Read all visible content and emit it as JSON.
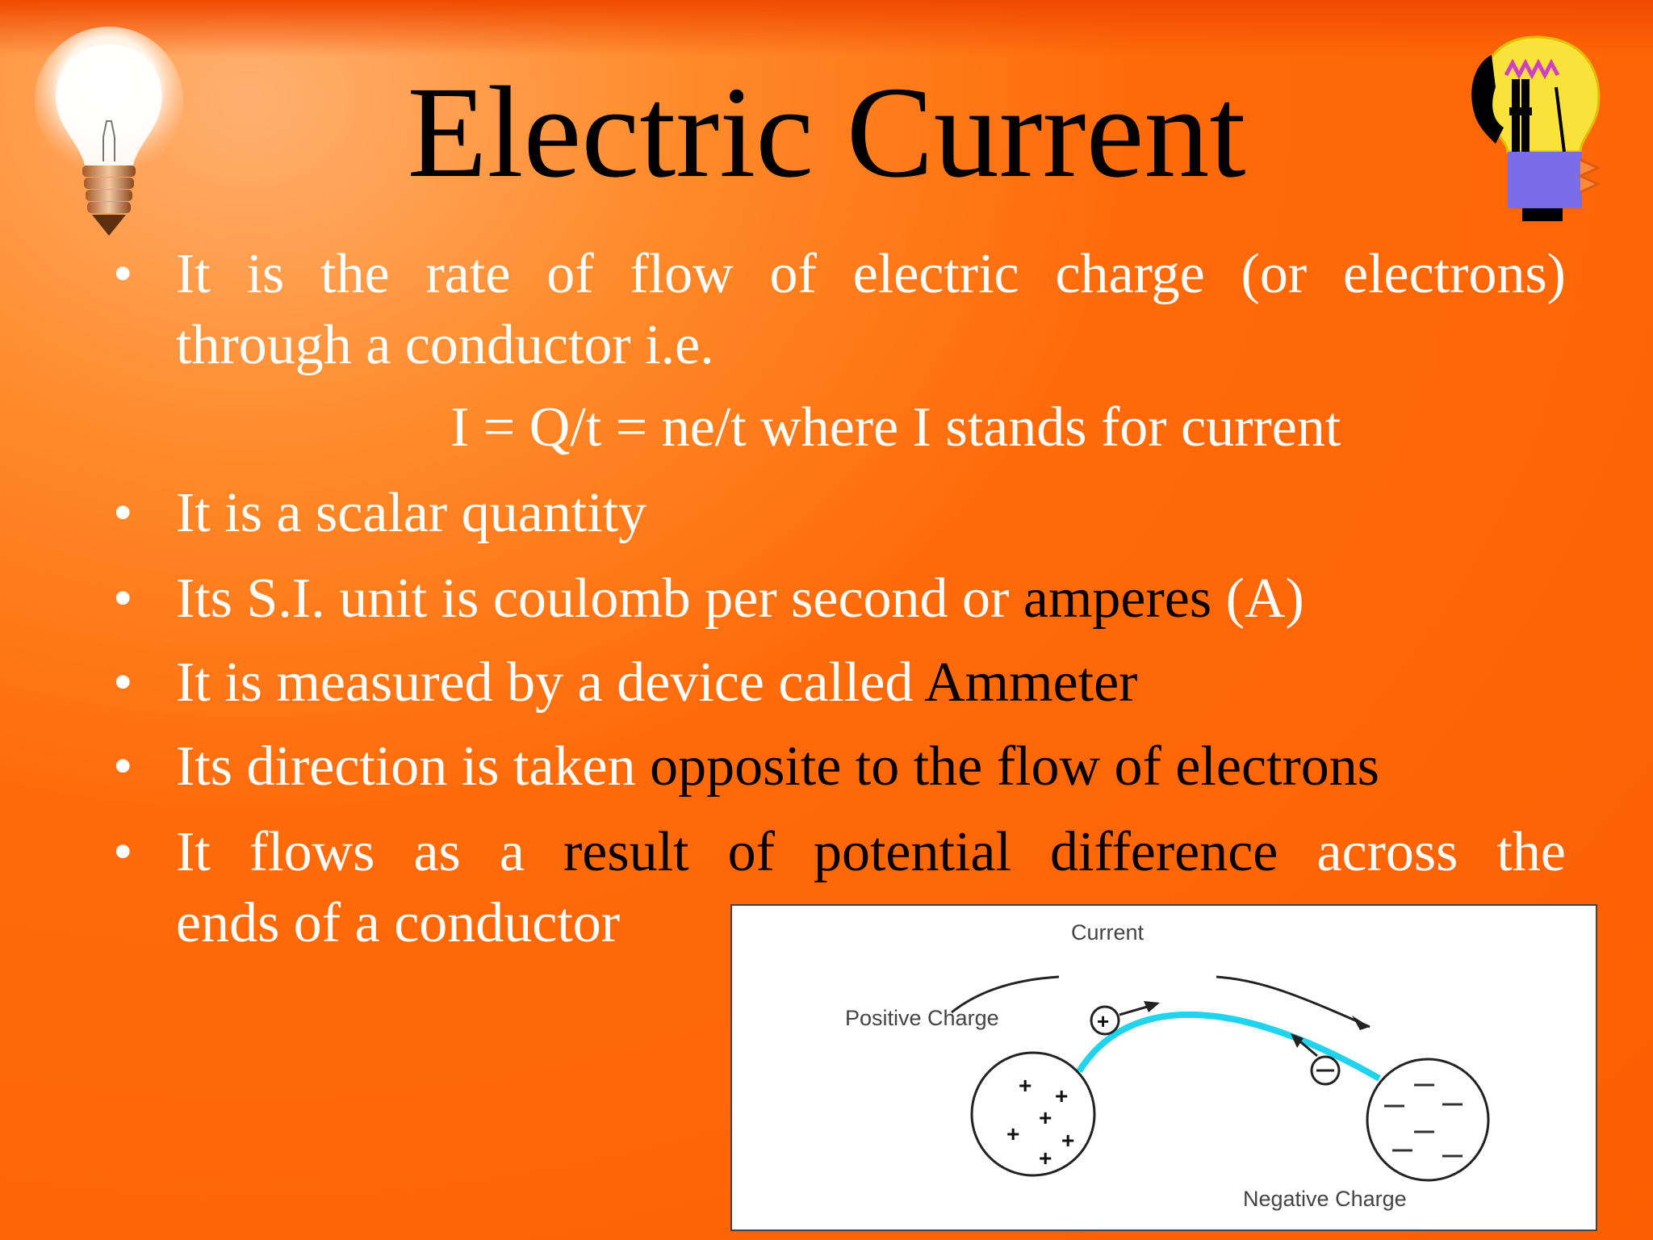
{
  "title": "Electric Current",
  "bullets": [
    {
      "line1": "It is the rate of flow of electric charge (or electrons)",
      "line2": "through a conductor i.e.",
      "formula": "I = Q/t = ne/t  where I stands for current"
    },
    {
      "text": "It is a scalar quantity"
    },
    {
      "text_white": "Its S.I. unit is coulomb per second or ",
      "text_dark": "amperes",
      "text_white2": " (A)"
    },
    {
      "text_white": "It is measured by a device called ",
      "text_dark": "Ammeter"
    },
    {
      "text_white": "Its direction is taken ",
      "text_dark": "opposite to the flow of electrons"
    },
    {
      "line1_white": "It flows as a ",
      "line1_dark": "result of potential difference",
      "line1_white2": " across the",
      "line2": "ends of a conductor"
    }
  ],
  "diagram": {
    "current_label": "Current",
    "positive_label": "Positive Charge",
    "negative_label": "Negative Charge",
    "plus_symbol": "+",
    "minus_symbol": "−"
  },
  "colors": {
    "background": "#fb5f03",
    "title": "#000000",
    "text": "#ffffff",
    "wire": "#22d3ee"
  },
  "icons": [
    "light-bulb-icon",
    "cartoon-bulb-icon",
    "bullet-dot-icon"
  ]
}
